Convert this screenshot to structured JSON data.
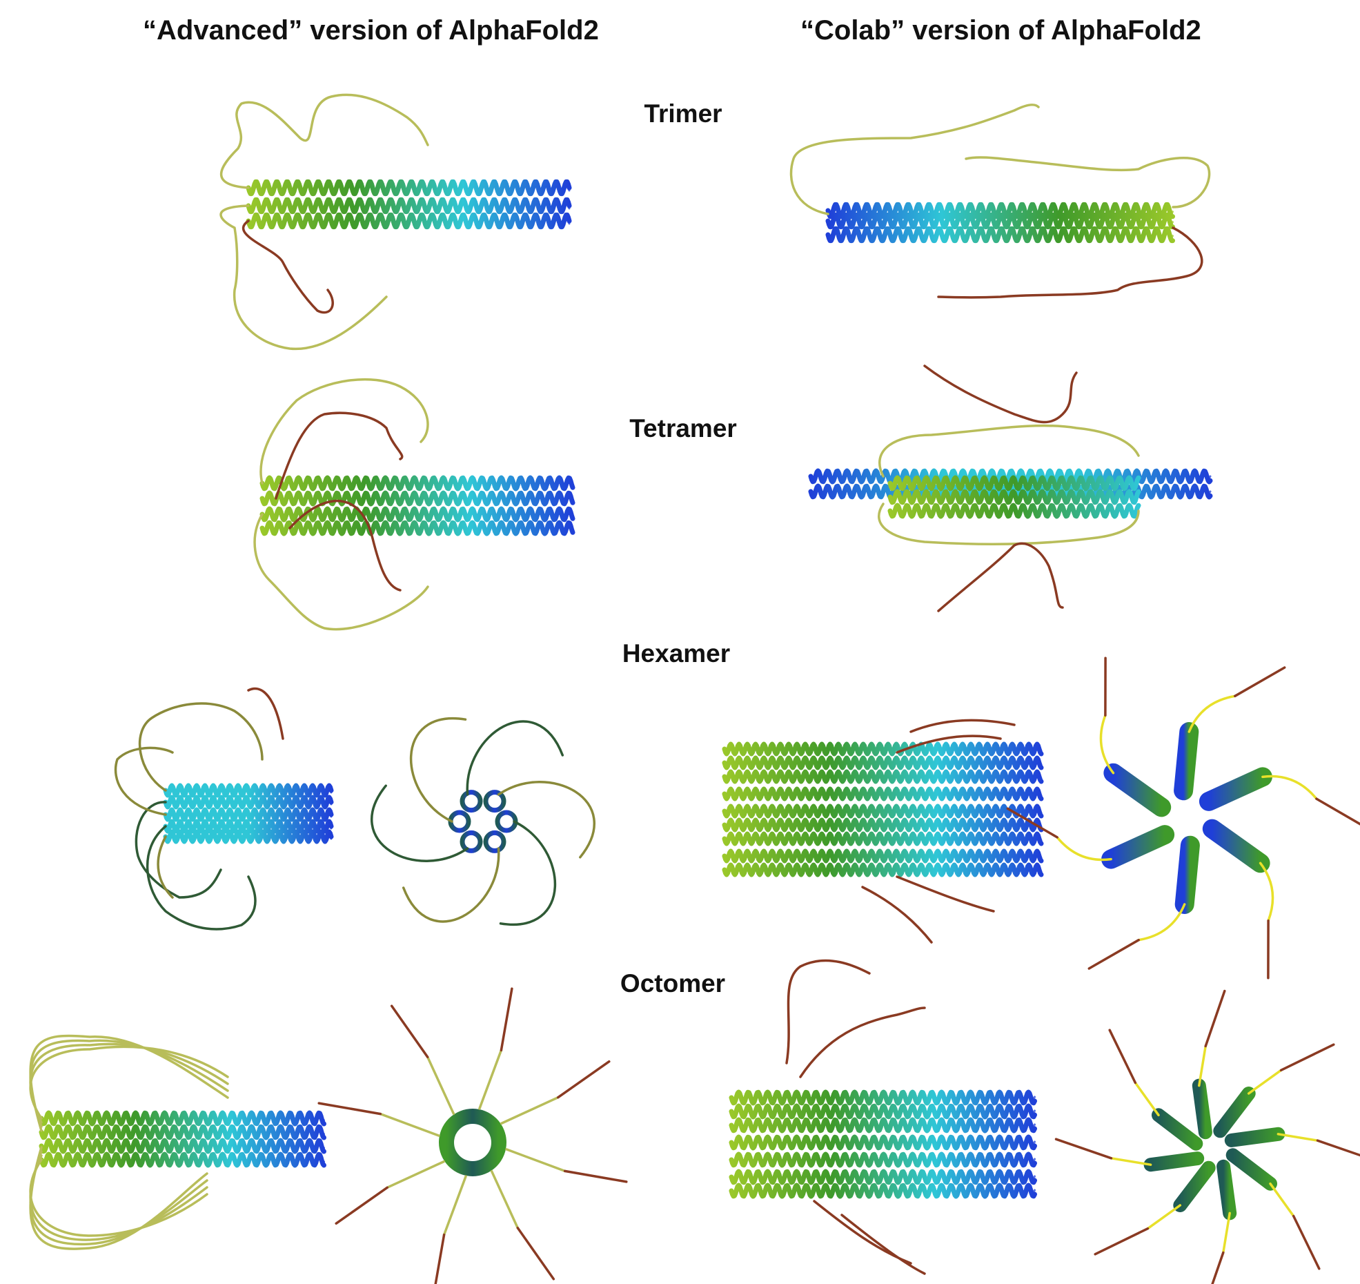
{
  "column_headers": {
    "left": "“Advanced” version of AlphaFold2",
    "right": "“Colab” version of AlphaFold2"
  },
  "rows": [
    {
      "id": "trimer",
      "label": "Trimer"
    },
    {
      "id": "tetramer",
      "label": "Tetramer"
    },
    {
      "id": "hexamer",
      "label": "Hexamer"
    },
    {
      "id": "octomer",
      "label": "Octomer"
    }
  ],
  "palette": {
    "helix_blue": "#1f3fd8",
    "helix_cyan": "#2fc6d6",
    "helix_green": "#3f9a2a",
    "helix_lime": "#9ac82a",
    "loop_yellow": "#b8bd5a",
    "loop_olive": "#8a8a3a",
    "loop_brown": "#8a3a22",
    "loop_dark_green": "#2f5a35",
    "ring_teal": "#1f5a55",
    "bright_yellow": "#e8e02a",
    "orange": "#e0702a"
  }
}
